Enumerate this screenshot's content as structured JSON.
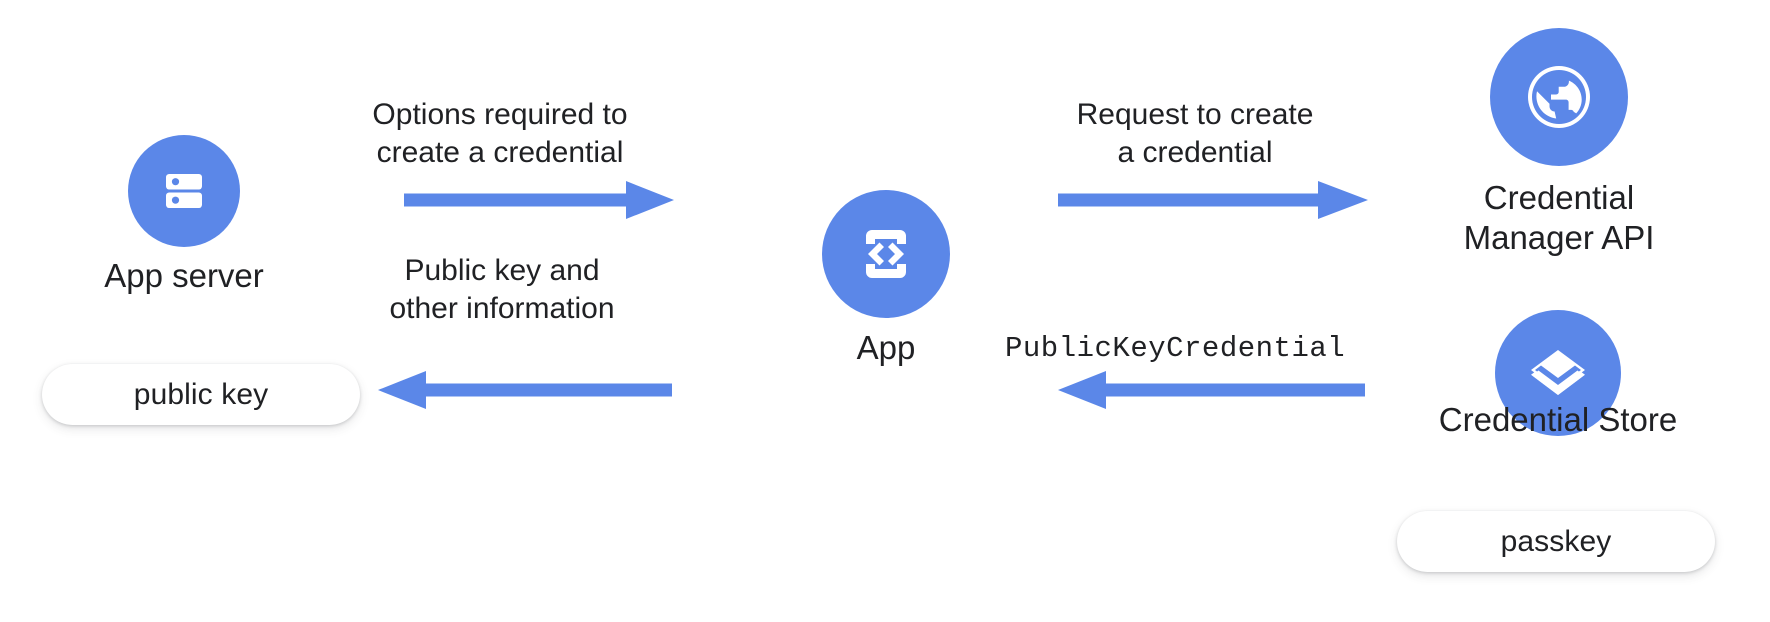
{
  "diagram": {
    "title": "Passkey creation flow",
    "accent_color": "#5b87e8",
    "text_color": "#202124",
    "background_color": "#ffffff"
  },
  "nodes": [
    {
      "id": "app-server",
      "label": "App server",
      "icon": "server-icon",
      "pill": "public key"
    },
    {
      "id": "app",
      "label": "App",
      "icon": "app-code-phone-icon",
      "pill": null
    },
    {
      "id": "credential-manager-api",
      "label": "Credential\nManager API",
      "icon": "globe-icon",
      "pill": null
    },
    {
      "id": "credential-store",
      "label": "Credential Store",
      "icon": "layers-icon",
      "pill": "passkey"
    }
  ],
  "arrows": [
    {
      "id": "options-required",
      "label": "Options required to\ncreate a credential",
      "direction": "right",
      "from": "app-server",
      "to": "app",
      "mono": false
    },
    {
      "id": "request-to-create",
      "label": "Request to create\na credential",
      "direction": "right",
      "from": "app",
      "to": "credential-manager-api",
      "mono": false
    },
    {
      "id": "public-key-and-other-information",
      "label": "Public key and\nother information",
      "direction": "left",
      "from": "app",
      "to": "app-server",
      "mono": false
    },
    {
      "id": "public-key-credential",
      "label": "PublicKeyCredential",
      "direction": "left",
      "from": "credential-store",
      "to": "app",
      "mono": true
    }
  ]
}
